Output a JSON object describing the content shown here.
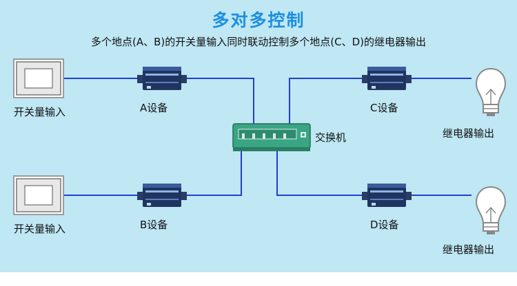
{
  "title": "多对多控制",
  "subtitle": "多个地点(A、B)的开关量输入同时联动控制多个地点(C、D)的继电器输出",
  "inputs": [
    {
      "label": "开关量输入"
    },
    {
      "label": "开关量输入"
    }
  ],
  "devices": [
    {
      "label": "A设备"
    },
    {
      "label": "B设备"
    },
    {
      "label": "C设备"
    },
    {
      "label": "D设备"
    }
  ],
  "switch": {
    "label": "交换机"
  },
  "outputs": [
    {
      "label": "继电器输出"
    },
    {
      "label": "继电器输出"
    }
  ],
  "colors": {
    "background": "#bfe7f4",
    "title": "#1d8fe0",
    "cable": "#1f3fcf",
    "switch_body": "#3aa584",
    "device_body": "#1f3560"
  }
}
